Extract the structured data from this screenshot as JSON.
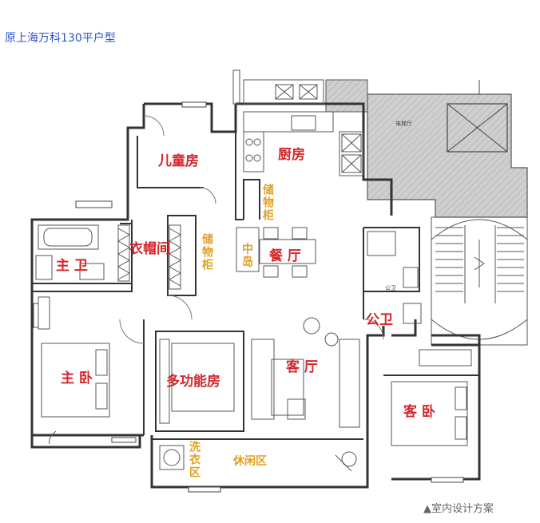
{
  "header": {
    "title": "原上海万科130平户型"
  },
  "rooms": {
    "kids_room": "儿童房",
    "kitchen": "厨房",
    "storage_1": "储物柜",
    "closet": "衣帽间",
    "storage_2": "储物柜",
    "island": "中岛",
    "dining": "餐 厅",
    "master_bath": "主 卫",
    "public_bath": "公卫",
    "master_bed": "主 卧",
    "multi_room": "多功能房",
    "living": "客 厅",
    "guest_bed": "客 卧",
    "laundry": "洗衣区",
    "leisure": "休闲区"
  },
  "small_labels": {
    "elevator_hall": "电梯厅",
    "public_bath_small": "公卫"
  },
  "caption": "▲室内设计方案",
  "colors": {
    "red_label": "#d4262b",
    "yellow_label": "#e0a020",
    "title_blue": "#2a55c8",
    "hatch_gray": "#c9c9c9"
  }
}
